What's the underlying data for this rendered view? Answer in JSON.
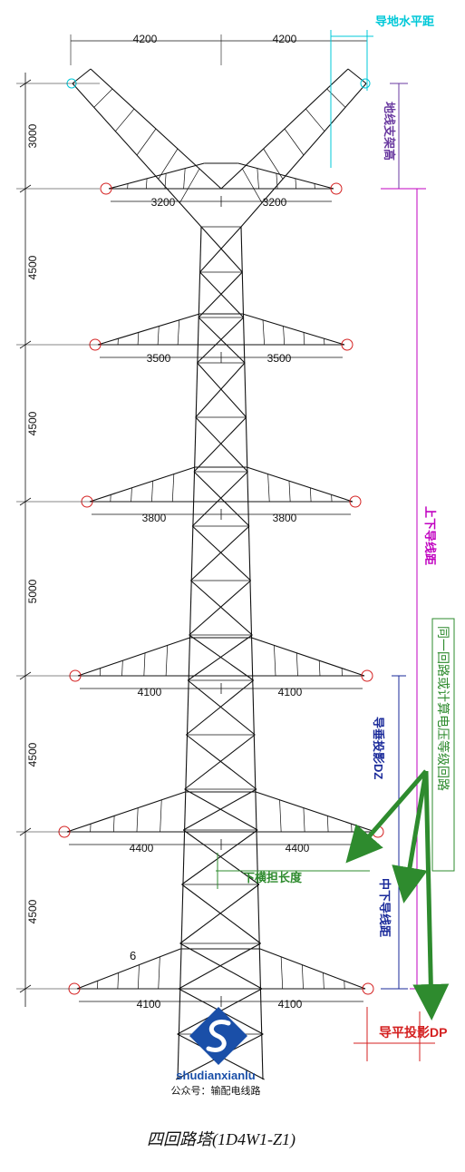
{
  "top_dims": [
    "4200",
    "4200"
  ],
  "crossarm_spans": [
    [
      "3200",
      "3200"
    ],
    [
      "3500",
      "3500"
    ],
    [
      "3800",
      "3800"
    ],
    [
      "4100",
      "4100"
    ],
    [
      "4400",
      "4400"
    ],
    [
      "4100",
      "4100"
    ]
  ],
  "vertical_dims": [
    "3000",
    "4500",
    "4500",
    "5000",
    "4500",
    "4500"
  ],
  "labels": {
    "conductor_escape_horizontal": "导地水平距",
    "ground_wire_height": "地线支架高",
    "upper_lower_spacing": "上下导线距",
    "same_circuit_note": "同一回路或计算电压等级回路",
    "vertical_projection": "导垂投影DZ",
    "lower_crossarm_length": "下横担长度",
    "mid_lower_spacing": "中下导线距",
    "horizontal_projection": "导平投影DP",
    "panel_number": "6"
  },
  "watermark": {
    "brand": "shudianxianlu",
    "subtitle": "公众号：输配电线路"
  },
  "caption": "四回路塔(1D4W1-Z1)",
  "colors": {
    "line": "#111111",
    "cyan": "#00c8d8",
    "magenta": "#c000c0",
    "purple": "#6a3aa0",
    "navy": "#1a2a9a",
    "green": "#2e8b2e",
    "red": "#d42020",
    "blue": "#1a4fa8"
  }
}
